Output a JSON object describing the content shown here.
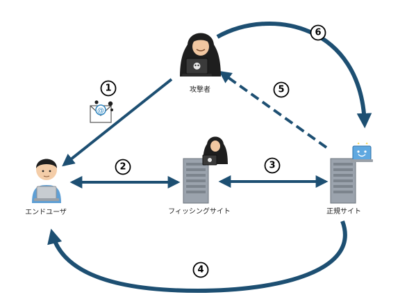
{
  "nodes": {
    "attacker": {
      "label": "攻撃者"
    },
    "end_user": {
      "label": "エンドユーザ"
    },
    "phishing_site": {
      "label": "フィッシングサイト"
    },
    "legit_site": {
      "label": "正規サイト"
    }
  },
  "steps": [
    "1",
    "2",
    "3",
    "4",
    "5",
    "6"
  ],
  "colors": {
    "arrow": "#1d4f72",
    "server": "#9ba3ad",
    "hood": "#1e1e1e"
  }
}
